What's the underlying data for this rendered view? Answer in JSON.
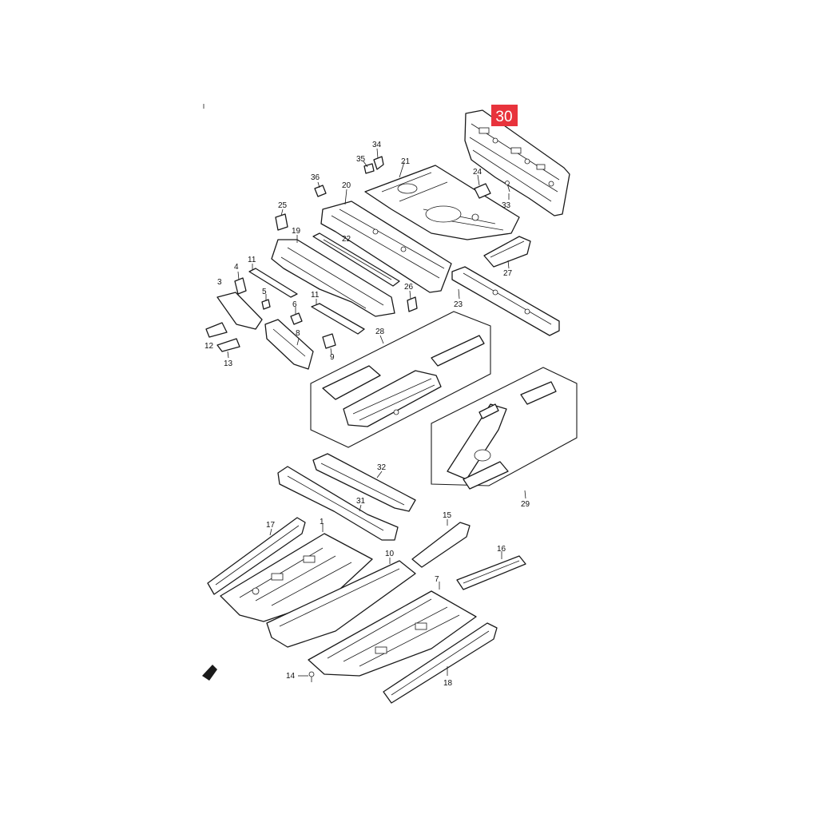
{
  "diagram": {
    "highlight": {
      "label": "30",
      "color": "#e8333c"
    },
    "callouts": {
      "c1": "1",
      "c3": "3",
      "c4": "4",
      "c5": "5",
      "c6": "6",
      "c7": "7",
      "c8": "8",
      "c9": "9",
      "c10": "10",
      "c11a": "11",
      "c11b": "11",
      "c12": "12",
      "c13": "13",
      "c14": "14",
      "c15": "15",
      "c16": "16",
      "c17": "17",
      "c18": "18",
      "c19": "19",
      "c20": "20",
      "c21": "21",
      "c22": "22",
      "c23": "23",
      "c24": "24",
      "c25": "25",
      "c26": "26",
      "c27": "27",
      "c28": "28",
      "c29": "29",
      "c31": "31",
      "c32": "32",
      "c33": "33",
      "c34": "34",
      "c35": "35",
      "c36": "36"
    },
    "icons": {
      "front": "front-direction-arrow-icon"
    }
  }
}
